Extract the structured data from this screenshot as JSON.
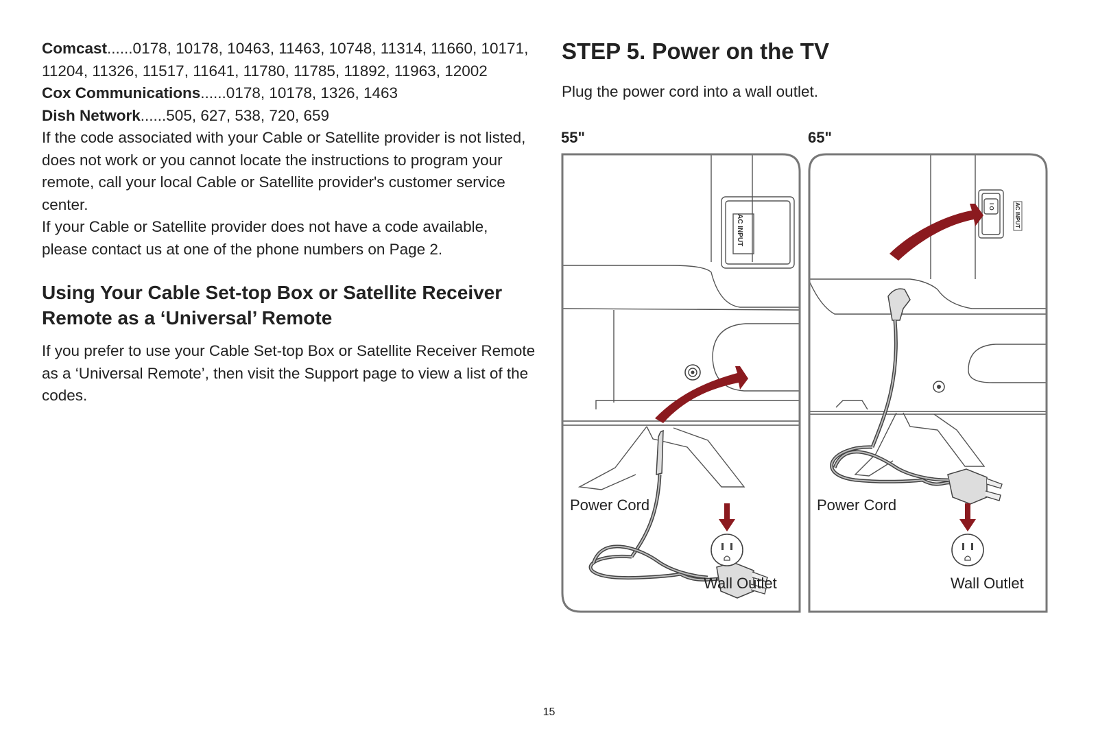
{
  "left": {
    "providers": [
      {
        "name": "Comcast",
        "codes": "......0178, 10178, 10463, 11463, 10748, 11314, 11660, 10171, 11204, 11326, 11517, 11641, 11780, 11785, 11892, 11963, 12002"
      },
      {
        "name": "Cox Communications",
        "codes": "......0178, 10178, 1326, 1463"
      },
      {
        "name": "Dish Network",
        "codes": "......505, 627, 538, 720, 659"
      }
    ],
    "para1": "If the code associated with your Cable or Satellite provider is not listed, does not work or you cannot locate the instructions to program your remote, call your local Cable or Satellite provider's customer service center.",
    "para2": "If your Cable or Satellite provider does not have a code available, please contact us at one of the phone numbers on Page 2.",
    "subheading": "Using Your Cable Set-top Box or Satellite Receiver Remote as a ‘Universal’ Remote",
    "para3": "If you prefer to use your Cable Set-top Box or Satellite Receiver Remote as a ‘Universal Remote’, then visit the Support page to view a list of the codes."
  },
  "right": {
    "title": "STEP 5. Power on the TV",
    "intro": "Plug the power cord into a wall outlet.",
    "panels": [
      {
        "size": "55\"",
        "power_cord": "Power Cord",
        "wall_outlet": "Wall Outlet",
        "port_text": "AC INPUT"
      },
      {
        "size": "65\"",
        "power_cord": "Power Cord",
        "wall_outlet": "Wall Outlet",
        "port_text": "AC INPUT"
      }
    ]
  },
  "colors": {
    "arrow": "#8b1a1f",
    "frame": "#777777"
  },
  "page_number": "15"
}
